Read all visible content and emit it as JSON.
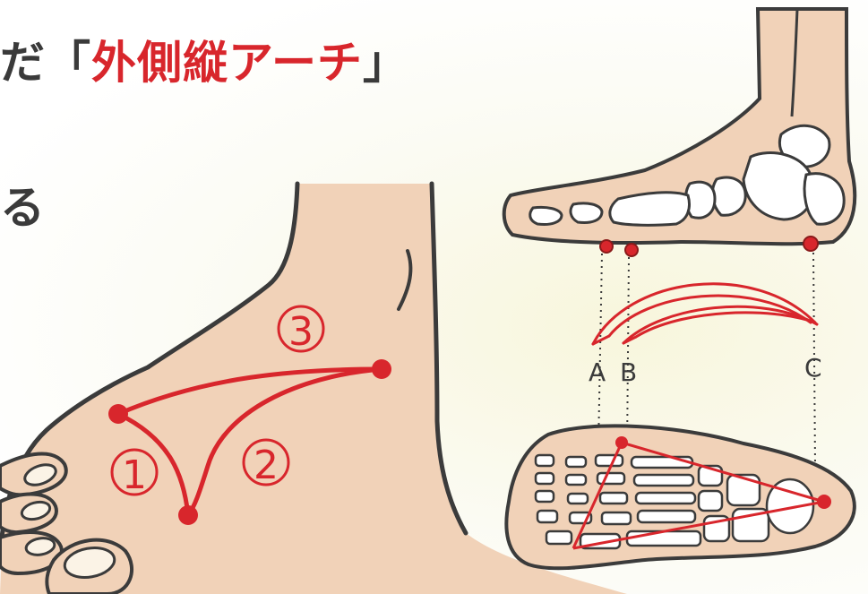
{
  "heading": {
    "line1_prefix": "だ",
    "line1_open": "「",
    "line1_highlight": "外側縦アーチ",
    "line1_close": "」",
    "line2": "る"
  },
  "foot_diagram": {
    "arch_labels": [
      "①",
      "②",
      "③"
    ]
  },
  "side_diagram": {
    "point_labels": [
      "A",
      "B",
      "C"
    ]
  },
  "colors": {
    "accent_red": "#d8262c",
    "skin": "#f1d2b8",
    "outline": "#3b3b3b",
    "background": "#fbfbf3"
  }
}
